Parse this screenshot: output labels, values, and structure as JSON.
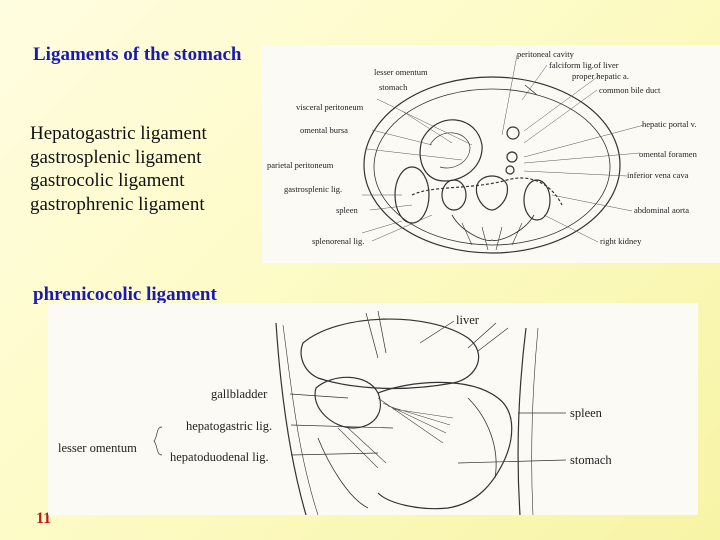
{
  "slide": {
    "title": "Ligaments of the stomach",
    "ligaments": [
      "Hepatogastric ligament",
      "gastrosplenic ligament",
      "gastrocolic ligament",
      "gastrophrenic ligament"
    ],
    "subtitle": "phrenicocolic ligament",
    "page_number": "11"
  },
  "figure1": {
    "labels": {
      "peritoneal_cavity": "peritoneal cavity",
      "falciform": "falciform lig.of liver",
      "lesser_omentum": "lesser omentum",
      "proper_hepatic": "proper hepatic a.",
      "stomach": "stomach",
      "common_bile": "common bile duct",
      "visceral_peritoneum": "visceral peritoneum",
      "hepatic_portal": "hepatic portal v.",
      "omental_bursa": "omental bursa",
      "omental_foramen": "omental foramen",
      "parietal_peritoneum": "parietal peritoneum",
      "inferior_vena_cava": "inferior vena cava",
      "gastrosplenic_lig": "gastrosplenic lig.",
      "spleen": "spleen",
      "abdominal_aorta": "abdominal aorta",
      "splenorenal_lig": "splenorenal lig.",
      "right_kidney": "right kidney"
    }
  },
  "figure2": {
    "labels": {
      "liver": "liver",
      "gallbladder": "gallbladder",
      "hepatogastric_lig": "hepatogastric lig.",
      "spleen": "spleen",
      "lesser_omentum": "lesser omentum",
      "hepatoduodenal_lig": "hepatoduodenal lig.",
      "stomach": "stomach"
    }
  }
}
